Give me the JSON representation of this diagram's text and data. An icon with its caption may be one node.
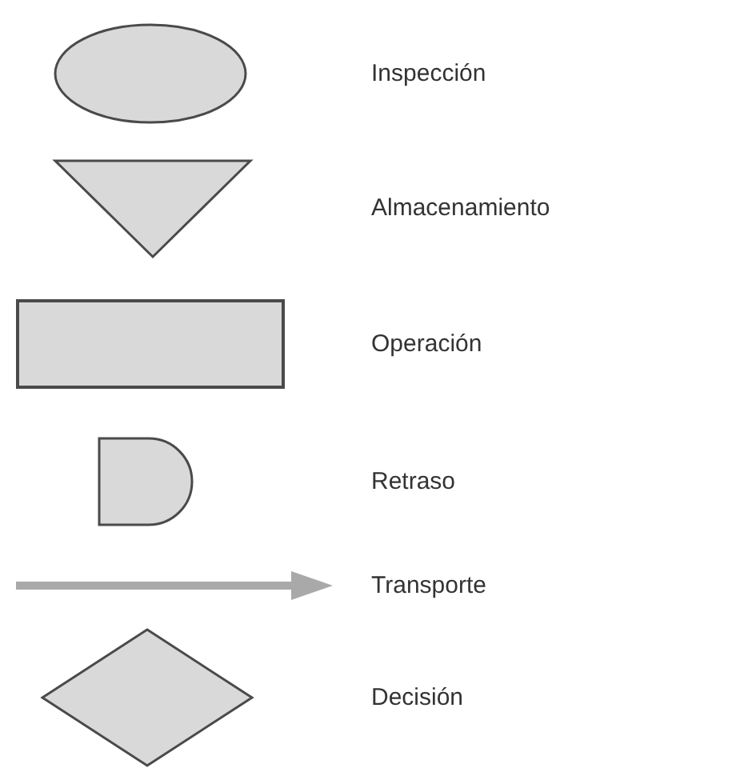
{
  "diagram": {
    "legend": [
      {
        "text": "Inspección"
      },
      {
        "text": "Almacenamiento"
      },
      {
        "text": "Operación"
      },
      {
        "text": "Retraso"
      },
      {
        "text": "Transporte"
      },
      {
        "text": "Decisión"
      }
    ]
  }
}
